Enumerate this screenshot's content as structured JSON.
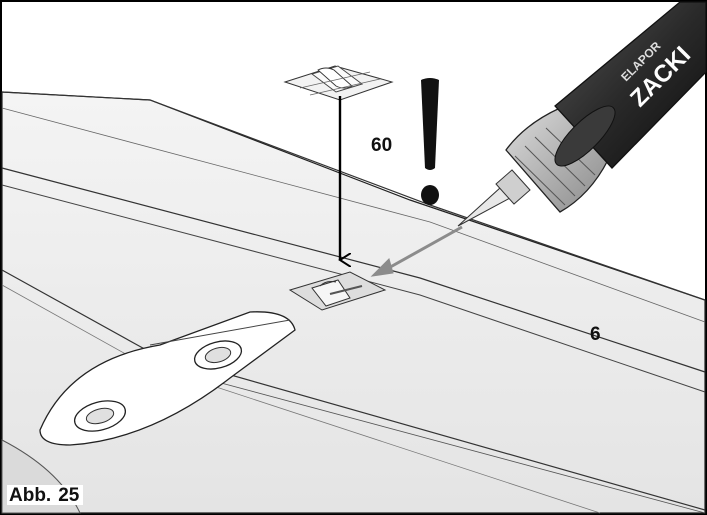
{
  "labels": {
    "hinge_part": "60",
    "wing_part": "6"
  },
  "caption": {
    "prefix": "Abb.",
    "number": "25"
  },
  "tube_logo": {
    "brand": "ZACKI",
    "line": "ELAPOR"
  },
  "colors": {
    "border": "#000000",
    "wing_fill": "#ffffff",
    "wing_shade": "#e9e9e9",
    "tube_dark": "#2a2a2a",
    "glue_arrow": "#8c8c8c"
  },
  "icons": [
    "hinge-icon",
    "glue-tube-icon",
    "exclamation-icon",
    "arrow-icon"
  ]
}
